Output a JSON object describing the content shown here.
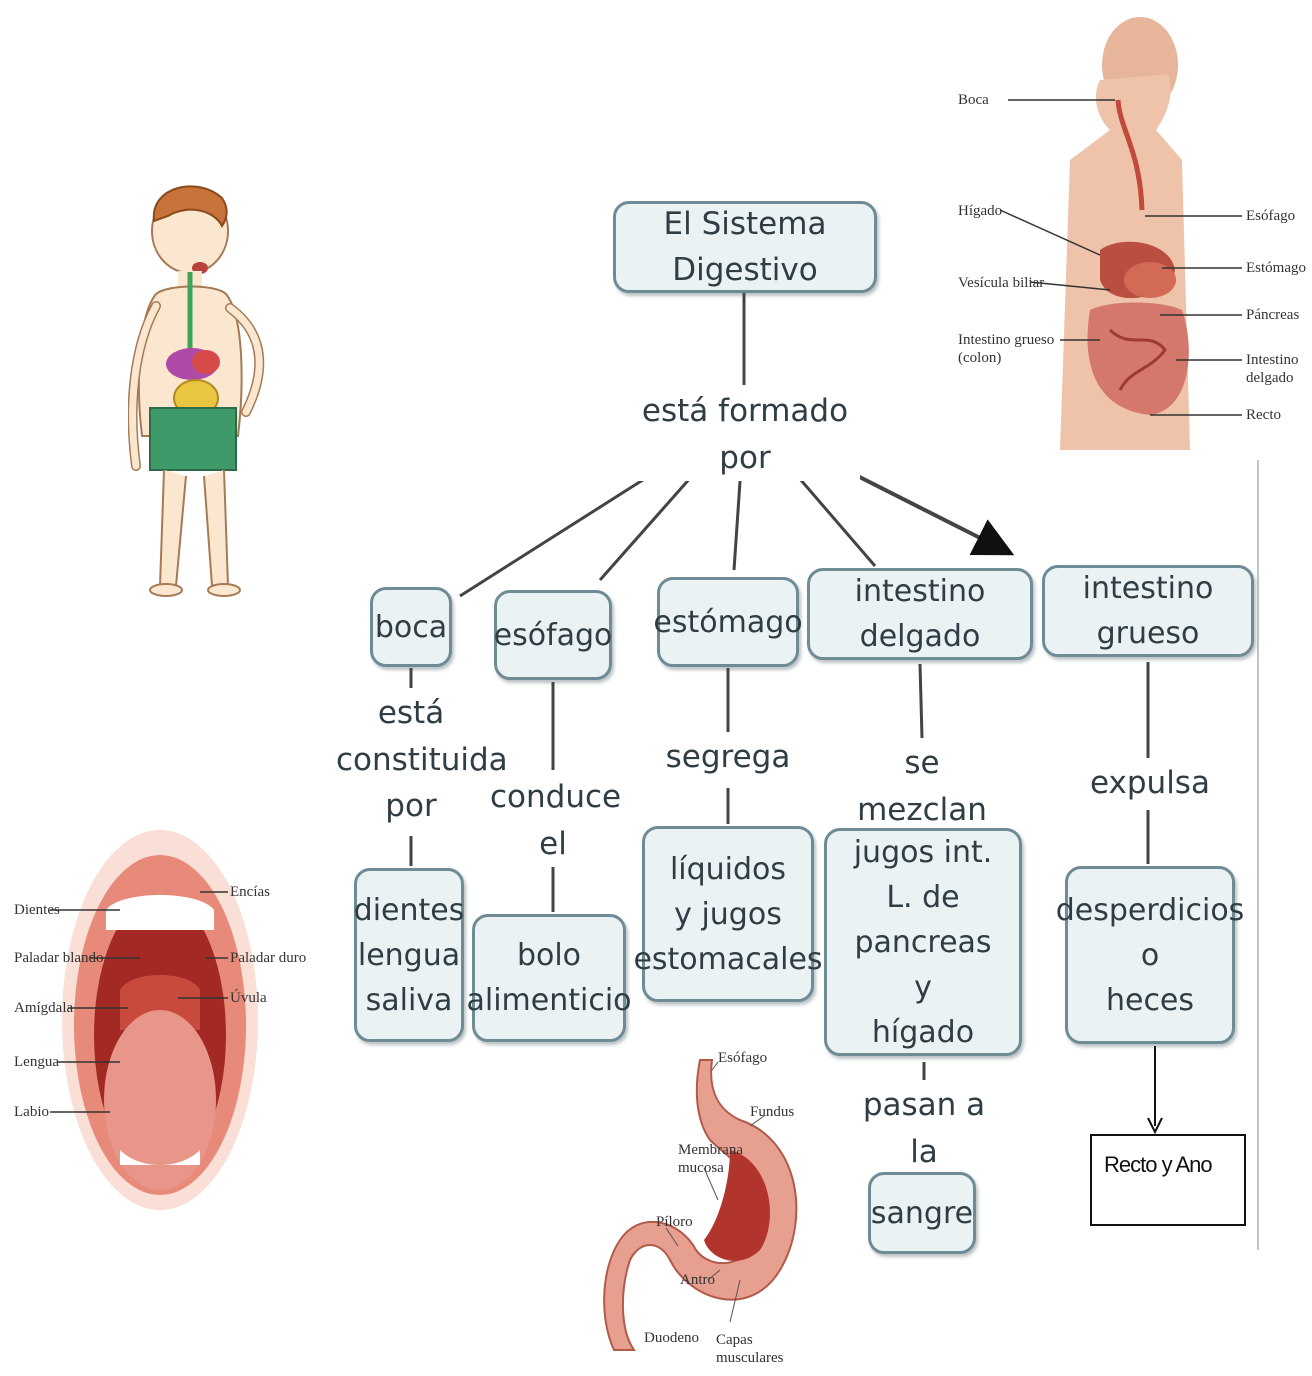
{
  "root": "El Sistema Digestivo",
  "root_link": "está formado por",
  "organs": {
    "boca": "boca",
    "esofago": "esófago",
    "estomago": "estómago",
    "delgado": "intestino delgado",
    "grueso": "intestino grueso"
  },
  "links": {
    "boca": "está\nconstituida\npor",
    "esofago": "conduce\nel",
    "estomago": "segrega",
    "delgado": "se mezclan",
    "grueso": "expulsa",
    "sangre": "pasan a la"
  },
  "results": {
    "boca": "dientes\nlengua\nsaliva",
    "esofago": "bolo\nalimenticio",
    "estomago": "líquidos\ny jugos\nestomacales",
    "delgado": "jugos int.\nL. de pancreas\ny\nhígado",
    "grueso": "desperdicios\no\nheces",
    "sangre": "sangre"
  },
  "recto_box": "Recto y Ano",
  "body_figure_labels": {
    "boca": "Boca",
    "higado": "Hígado",
    "vesicula": "Vesícula biliar",
    "grueso": "Intestino grueso\n(colon)",
    "esofago": "Esófago",
    "estomago": "Estómago",
    "pancreas": "Páncreas",
    "delgado": "Intestino\ndelgado",
    "recto": "Recto"
  },
  "mouth_labels": {
    "dientes": "Dientes",
    "paladar_blando": "Paladar blando",
    "amigdala": "Amígdala",
    "lengua": "Lengua",
    "labio": "Labio",
    "encias": "Encías",
    "paladar_duro": "Paladar duro",
    "uvula": "Úvula"
  },
  "stomach_labels": {
    "esofago": "Esófago",
    "fundus": "Fundus",
    "mucosa": "Membrana\nmucosa",
    "piloro": "Píloro",
    "antro": "Antro",
    "duodeno": "Duodeno",
    "capas": "Capas\nmusculares"
  },
  "colors": {
    "node_fill": "#eaf2f4",
    "node_border": "#6f8c96",
    "line": "#444444"
  }
}
